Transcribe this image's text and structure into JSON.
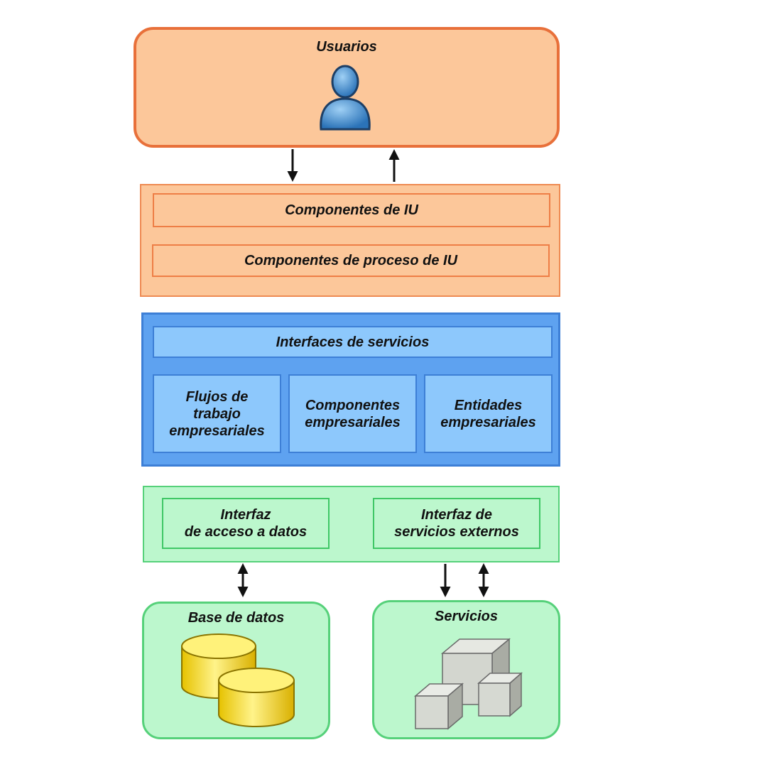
{
  "users": {
    "title": "Usuarios",
    "icon": "user-icon"
  },
  "presentation_layer": {
    "components": [
      "Componentes de IU",
      "Componentes de proceso de IU"
    ]
  },
  "business_layer": {
    "interfaces": "Interfaces de servicios",
    "components": [
      {
        "lines": [
          "Flujos de",
          "trabajo",
          "empresariales"
        ]
      },
      {
        "lines": [
          "Componentes",
          "empresariales"
        ]
      },
      {
        "lines": [
          "Entidades",
          "empresariales"
        ]
      }
    ]
  },
  "data_layer": {
    "components": [
      {
        "lines": [
          "Interfaz",
          "de acceso a datos"
        ]
      },
      {
        "lines": [
          "Interfaz de",
          "servicios externos"
        ]
      }
    ]
  },
  "stores": [
    {
      "title": "Base de datos",
      "icon": "database-icon"
    },
    {
      "title": "Servicios",
      "icon": "boxes-icon"
    }
  ],
  "colors": {
    "users_fill": "#fcc79a",
    "users_border": "#e8703a",
    "business_fill": "#5ea2f0",
    "business_inner": "#8dc8fc",
    "data_fill": "#bcf7cd",
    "data_border": "#56d17a"
  }
}
